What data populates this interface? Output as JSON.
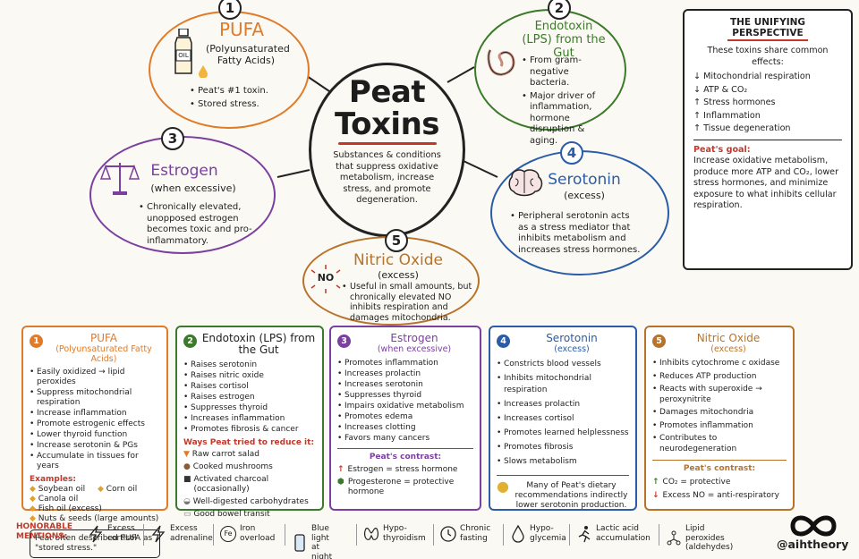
{
  "center": {
    "title_line1": "Peat",
    "title_line2": "Toxins",
    "subtitle": "Substances & conditions that suppress oxidative metabolism, increase stress, and promote degeneration."
  },
  "ovals": [
    {
      "num": "1",
      "title": "PUFA",
      "subtitle": "(Polyunsaturated Fatty Acids)",
      "icon_label": "OIL",
      "bullets": [
        "Peat's #1 toxin.",
        "Stored stress."
      ],
      "color": "#e07b2a"
    },
    {
      "num": "2",
      "title": "Endotoxin (LPS) from the Gut",
      "bullets": [
        "From gram-negative bacteria.",
        "Major driver of inflammation, hormone disruption & aging."
      ],
      "color": "#3b7a2a"
    },
    {
      "num": "3",
      "title": "Estrogen",
      "subtitle": "(when excessive)",
      "bullets": [
        "Chronically elevated, unopposed estrogen becomes toxic and pro-inflammatory."
      ],
      "color": "#7b3fa0"
    },
    {
      "num": "4",
      "title": "Serotonin",
      "subtitle": "(excess)",
      "bullets": [
        "Peripheral serotonin acts as a stress mediator that inhibits metabolism and increases stress hormones."
      ],
      "color": "#2a5ca8"
    },
    {
      "num": "5",
      "title": "Nitric Oxide",
      "subtitle": "(excess)",
      "icon_label": "NO",
      "bullets": [
        "Useful in small amounts, but chronically elevated NO inhibits respiration and damages mitochondria."
      ],
      "color": "#b8732a"
    }
  ],
  "unifying": {
    "title": "THE UNIFYING PERSPECTIVE",
    "intro": "These toxins share common effects:",
    "effects": [
      "↓ Mitochondrial respiration",
      "↓ ATP & CO₂",
      "↑ Stress hormones",
      "↑ Inflammation",
      "↑ Tissue degeneration"
    ],
    "goal_title": "Peat's goal:",
    "goal_text": "Increase oxidative metabolism, produce more ATP and CO₂, lower stress hormones, and minimize exposure to what inhibits cellular respiration."
  },
  "cards": [
    {
      "num": "1",
      "title": "PUFA",
      "subtitle": "(Polyunsaturated Fatty Acids)",
      "color": "#e07b2a",
      "bullets": [
        "Easily oxidized → lipid peroxides",
        "Suppress mitochondrial respiration",
        "Increase inflammation",
        "Promote estrogenic effects",
        "Lower thyroid function",
        "Increase serotonin & PGs",
        "Accumulate in tissues for years"
      ],
      "examples_title": "Examples:",
      "examples": [
        "Soybean oil",
        "Corn oil",
        "Canola oil",
        "Fish oil (excess)",
        "Nuts & seeds (large amounts)"
      ],
      "note": "Peat often described PUFA as \"stored stress.\""
    },
    {
      "num": "2",
      "title": "Endotoxin (LPS) from the Gut",
      "color": "#3b7a2a",
      "bullets": [
        "Raises serotonin",
        "Raises nitric oxide",
        "Raises cortisol",
        "Raises estrogen",
        "Suppresses thyroid",
        "Increases inflammation",
        "Promotes fibrosis & cancer"
      ],
      "ways_title": "Ways Peat tried to reduce it:",
      "ways": [
        "Raw carrot salad",
        "Cooked mushrooms",
        "Activated charcoal (occasionally)",
        "Well-digested carbohydrates",
        "Good bowel transit"
      ]
    },
    {
      "num": "3",
      "title": "Estrogen",
      "subtitle": "(when excessive)",
      "color": "#7b3fa0",
      "bullets": [
        "Promotes inflammation",
        "Increases prolactin",
        "Increases serotonin",
        "Suppresses thyroid",
        "Impairs oxidative metabolism",
        "Promotes edema",
        "Increases clotting",
        "Favors many cancers"
      ],
      "contrast_title": "Peat's contrast:",
      "contrast": [
        "Estrogen = stress hormone",
        "Progesterone = protective hormone"
      ]
    },
    {
      "num": "4",
      "title": "Serotonin",
      "subtitle": "(excess)",
      "color": "#2a5ca8",
      "bullets": [
        "Constricts blood vessels",
        "Inhibits mitochondrial respiration",
        "Increases prolactin",
        "Increases cortisol",
        "Promotes learned helplessness",
        "Promotes fibrosis",
        "Slows metabolism"
      ],
      "note": "Many of Peat's dietary recommendations indirectly lower serotonin production."
    },
    {
      "num": "5",
      "title": "Nitric Oxide",
      "subtitle": "(excess)",
      "color": "#b8732a",
      "bullets": [
        "Inhibits cytochrome c oxidase",
        "Reduces ATP production",
        "Reacts with superoxide → peroxynitrite",
        "Damages mitochondria",
        "Promotes inflammation",
        "Contributes to neurodegeneration"
      ],
      "contrast_title": "Peat's contrast:",
      "contrast": [
        "CO₂ = protective",
        "Excess NO = anti-respiratory"
      ]
    }
  ],
  "honorable": {
    "label_line1": "HONORABLE",
    "label_line2": "MENTIONS:",
    "items": [
      {
        "l1": "Excess",
        "l2": "cortisol",
        "icon": "lightning-icon"
      },
      {
        "l1": "Excess",
        "l2": "adrenaline",
        "icon": "lightning-icon"
      },
      {
        "l1": "Iron",
        "l2": "overload",
        "icon": "iron-icon",
        "icon_text": "Fe"
      },
      {
        "l1": "Blue light",
        "l2": "at night",
        "icon": "phone-icon"
      },
      {
        "l1": "Hypo-",
        "l2": "thyroidism",
        "icon": "thyroid-icon"
      },
      {
        "l1": "Chronic",
        "l2": "fasting",
        "icon": "clock-icon"
      },
      {
        "l1": "Hypo-",
        "l2": "glycemia",
        "icon": "drop-icon"
      },
      {
        "l1": "Lactic acid",
        "l2": "accumulation",
        "icon": "runner-icon"
      },
      {
        "l1": "Lipid peroxides",
        "l2": "(aldehydes)",
        "icon": "molecule-icon"
      }
    ]
  },
  "handle": "@aihtheory"
}
